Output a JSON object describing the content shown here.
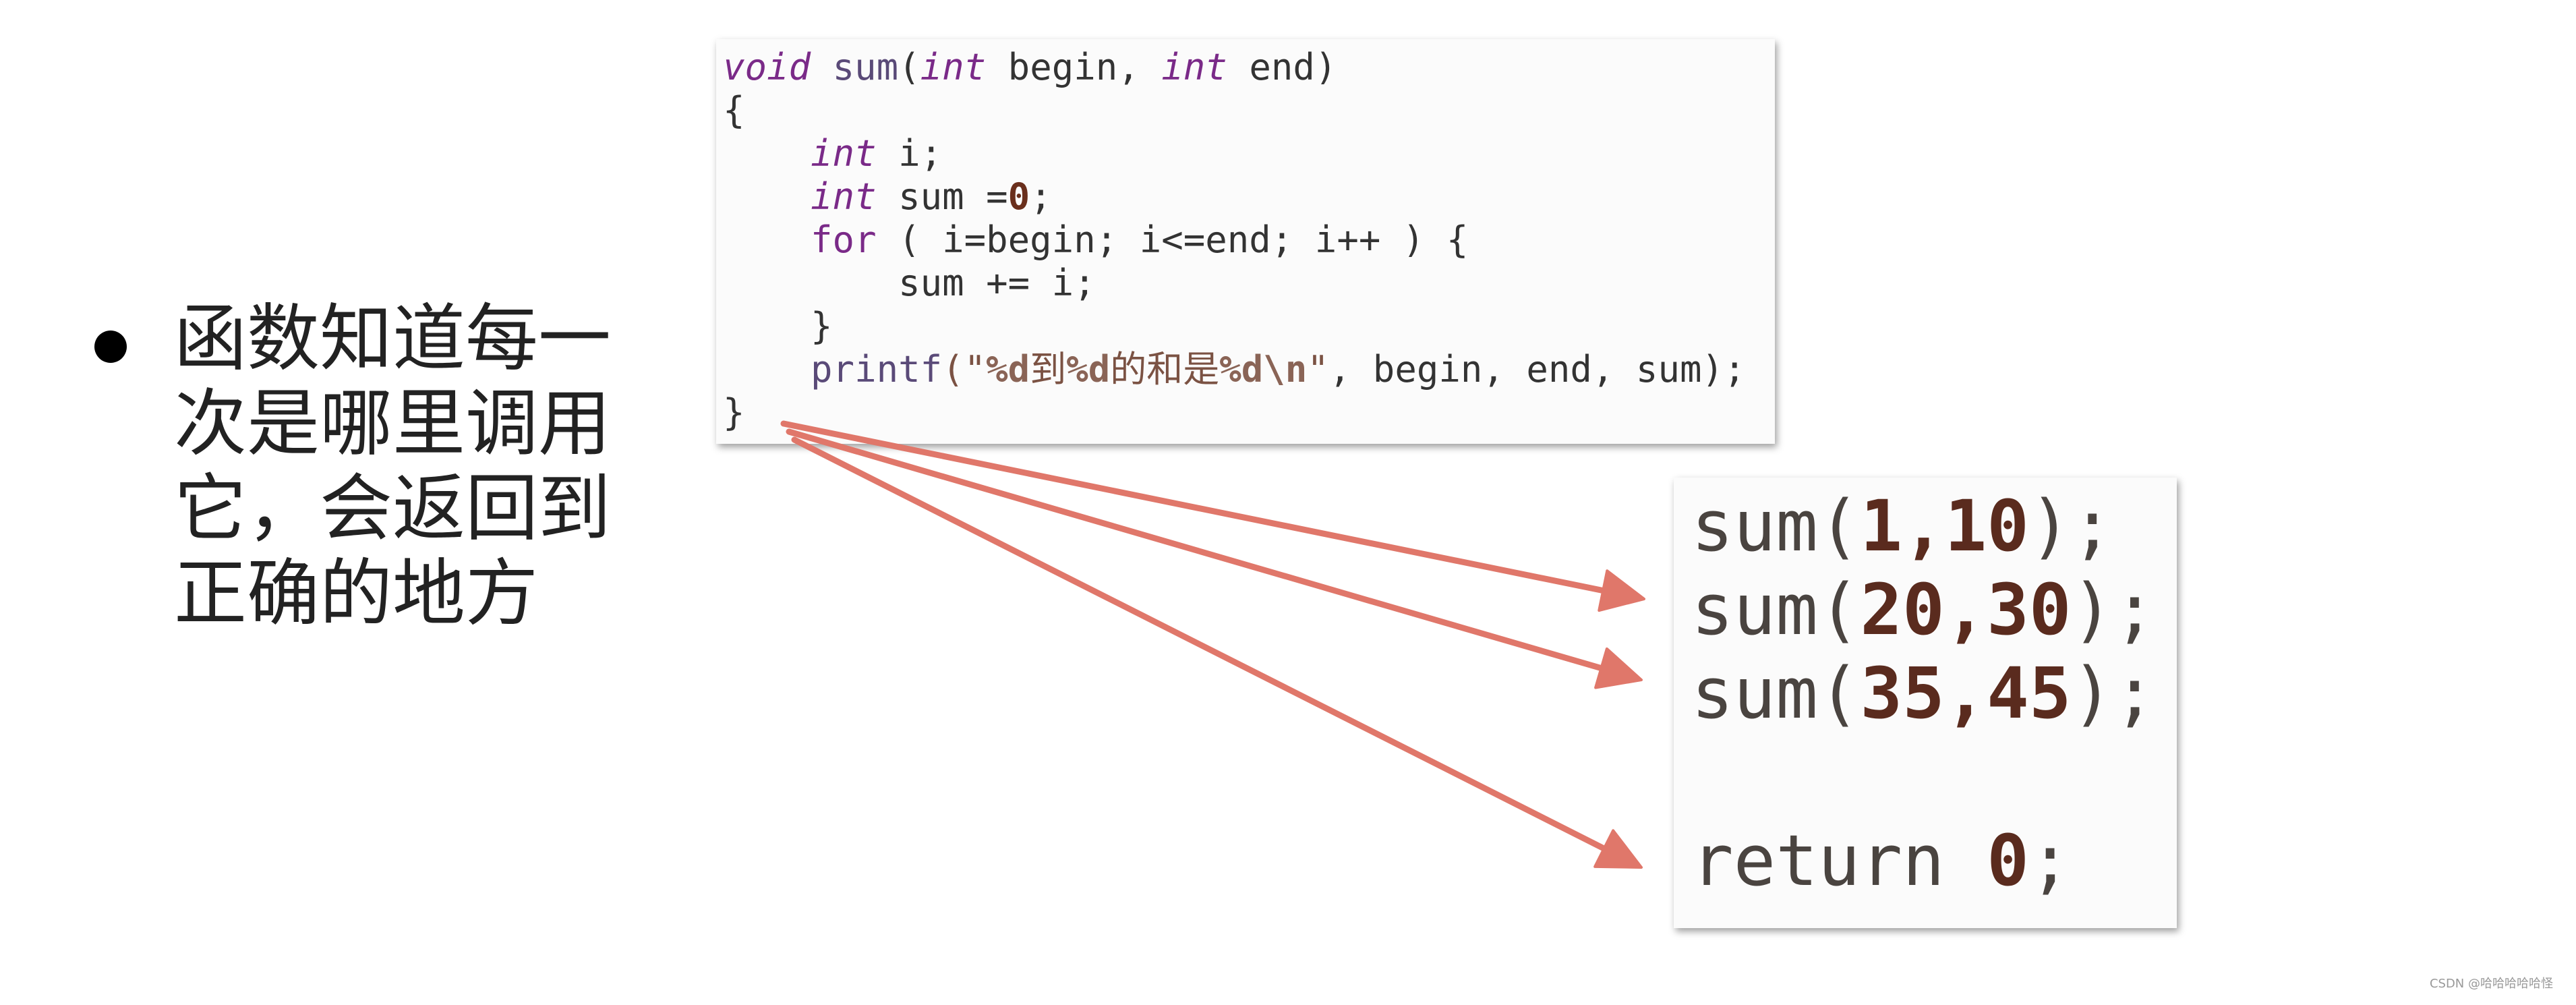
{
  "slide": {
    "bullet_lines": [
      "函数知道每一",
      "次是哪里调用",
      "它，会返回到",
      "正确的地方"
    ]
  },
  "code_main": {
    "line1": {
      "kw_void": "void",
      "fn": "sum",
      "open": "(",
      "kw_int1": "int",
      "mid": " begin, ",
      "kw_int2": "int",
      "close": " end)"
    },
    "line2": "{",
    "line3": {
      "kw": "int",
      "rest": " i;"
    },
    "line4": {
      "kw": "int",
      "rest": " sum =",
      "num": "0",
      "end": ";"
    },
    "line5": {
      "kw": "for",
      "rest": " ( i=begin; i<=end; i++ ) {"
    },
    "line6": "sum += i;",
    "line7": "}",
    "line8": {
      "fn": "printf",
      "q_open": "(\"",
      "fmt1": "%d",
      "cjk1": "到",
      "fmt2": "%d",
      "cjk2": "的和是",
      "fmt3": "%d\\n",
      "q_close": "\"",
      "rest": ", begin, end, sum);"
    },
    "line9": "}"
  },
  "code_calls": {
    "calls": [
      {
        "fn": "sum(",
        "args": "1,10",
        "end": ");"
      },
      {
        "fn": "sum(",
        "args": "20,30",
        "end": ");"
      },
      {
        "fn": "sum(",
        "args": "35,45",
        "end": ");"
      }
    ],
    "return_kw": "return ",
    "return_val": "0",
    "return_end": ";"
  },
  "arrow_color": "#e0776a",
  "watermark": "CSDN @哈哈哈哈哈怪"
}
